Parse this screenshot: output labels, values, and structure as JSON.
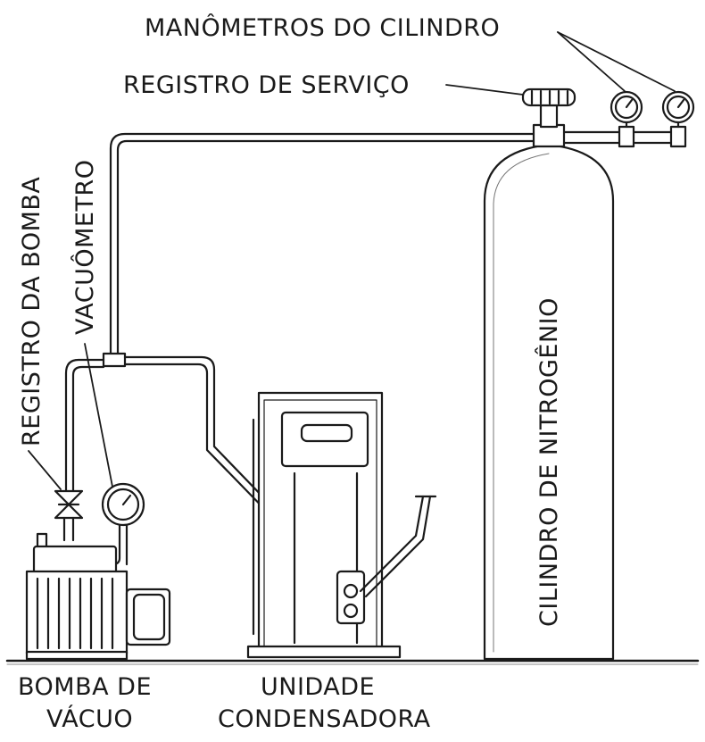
{
  "labels": {
    "cylinder_gauges": "MANÔMETROS DO CILINDRO",
    "service_valve": "REGISTRO DE SERVIÇO",
    "pump_valve": "REGISTRO DA BOMBA",
    "vacuum_gauge": "VACUÔMETRO",
    "nitrogen_cylinder": "CILINDRO DE NITROGÊNIO",
    "vacuum_pump_line1": "BOMBA DE",
    "vacuum_pump_line2": "VÁCUO",
    "condensing_unit_line1": "UNIDADE",
    "condensing_unit_line2": "CONDENSADORA"
  },
  "colors": {
    "line": "#1a1a1a",
    "text": "#1a1a1a",
    "background": "#ffffff"
  }
}
